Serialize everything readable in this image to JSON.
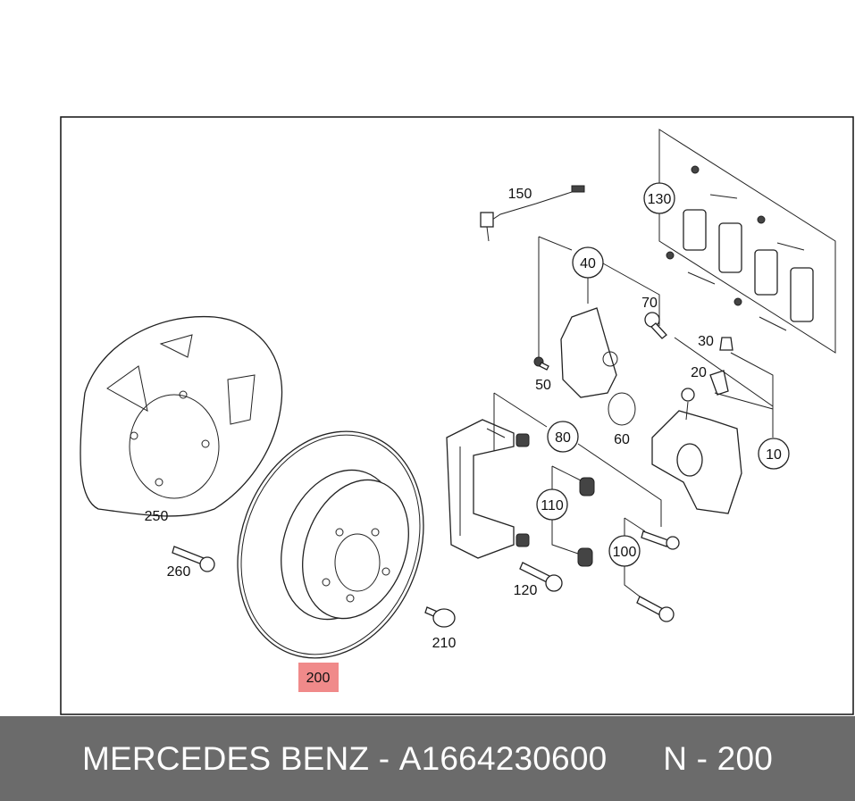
{
  "diagram": {
    "callouts": [
      {
        "id": "150",
        "label": "150"
      },
      {
        "id": "130",
        "label": "130"
      },
      {
        "id": "40",
        "label": "40"
      },
      {
        "id": "70",
        "label": "70"
      },
      {
        "id": "30",
        "label": "30"
      },
      {
        "id": "20",
        "label": "20"
      },
      {
        "id": "50",
        "label": "50"
      },
      {
        "id": "60",
        "label": "60"
      },
      {
        "id": "10",
        "label": "10"
      },
      {
        "id": "80",
        "label": "80"
      },
      {
        "id": "110",
        "label": "110"
      },
      {
        "id": "100",
        "label": "100"
      },
      {
        "id": "250",
        "label": "250"
      },
      {
        "id": "260",
        "label": "260"
      },
      {
        "id": "200",
        "label": "200",
        "highlighted": true
      },
      {
        "id": "210",
        "label": "210"
      },
      {
        "id": "120",
        "label": "120"
      }
    ],
    "highlight_color": "#f08a8a"
  },
  "footer": {
    "brand": "MERCEDES BENZ",
    "separator": "-",
    "part_number": "A1664230600",
    "position_label": "N - 200"
  }
}
